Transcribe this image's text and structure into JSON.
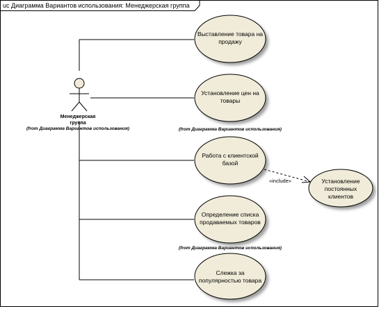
{
  "diagram": {
    "title": "uc Диаграмма Вариантов использования: Менеджерская группа",
    "actor": {
      "name_line1": "Менеджерская",
      "name_line2": "группа",
      "source_note": "(from Диаграмма Вариантов использования)"
    },
    "use_cases": [
      {
        "id": "uc1",
        "line1": "Выставление товара на",
        "line2": "продажу"
      },
      {
        "id": "uc2",
        "line1": "Установление цен на",
        "line2": "товары"
      },
      {
        "id": "uc3",
        "line1": "Работа с клиентской",
        "line2": "базой"
      },
      {
        "id": "uc4",
        "line1": "Определение списка",
        "line2": "продаваемых товаров"
      },
      {
        "id": "uc5",
        "line1": "Слежка за",
        "line2": "популярностью товара"
      }
    ],
    "included_use_case": {
      "line1": "Установление",
      "line2": "постоянных",
      "line3": "клиентов"
    },
    "include_label": "«include»",
    "notes": {
      "uc2": "(from Диаграмма Вариантов использования)",
      "uc4": "(from Диаграмма Вариантов использования)"
    },
    "colors": {
      "use_case_fill": "#f1ecd9",
      "use_case_shadow": "#9e9e9e",
      "actor_fill": "#f1ecd9",
      "line": "#000000"
    }
  }
}
